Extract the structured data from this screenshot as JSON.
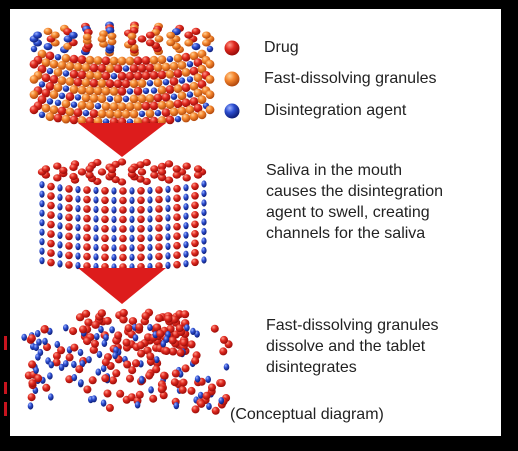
{
  "legend": {
    "drug": "Drug",
    "granules": "Fast-dissolving granules",
    "agent": "Disintegration agent"
  },
  "steps": {
    "step2": "Saliva in the mouth\ncauses the disintegration\nagent to swell, creating\nchannels for the saliva",
    "step3": "Fast-dissolving granules\ndissolve and the tablet\ndisintegrates"
  },
  "caption": "(Conceptual diagram)",
  "colors": {
    "drug": "#d8261e",
    "granules": "#f07e2a",
    "agent": "#2444c8",
    "arrow": "#dd1c1c",
    "frame": "#000000"
  }
}
